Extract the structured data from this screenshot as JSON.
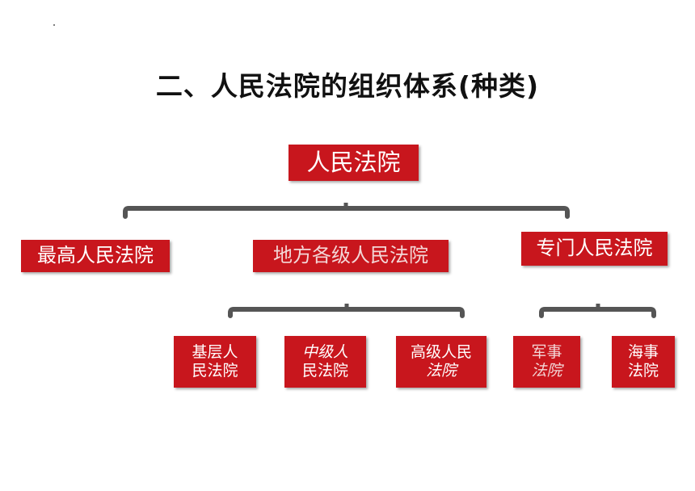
{
  "title": "二、人民法院的组织体系(种类)",
  "root": {
    "label": "人民法院"
  },
  "level1": [
    {
      "id": "supreme",
      "label": "最高人民法院"
    },
    {
      "id": "local",
      "label": "地方各级人民法院"
    },
    {
      "id": "special",
      "label": "专门人民法院"
    }
  ],
  "local_children": [
    {
      "line1": "基层人",
      "line2": "民法院"
    },
    {
      "line1": "中级人",
      "line2": "民法院"
    },
    {
      "line1": "高级人民",
      "line2": "法院"
    }
  ],
  "special_children": [
    {
      "line1": "军事",
      "line2": "法院"
    },
    {
      "line1": "海事",
      "line2": "法院"
    }
  ],
  "colors": {
    "box": "#c8161d",
    "connector": "#555555",
    "text": "#ffffff"
  }
}
